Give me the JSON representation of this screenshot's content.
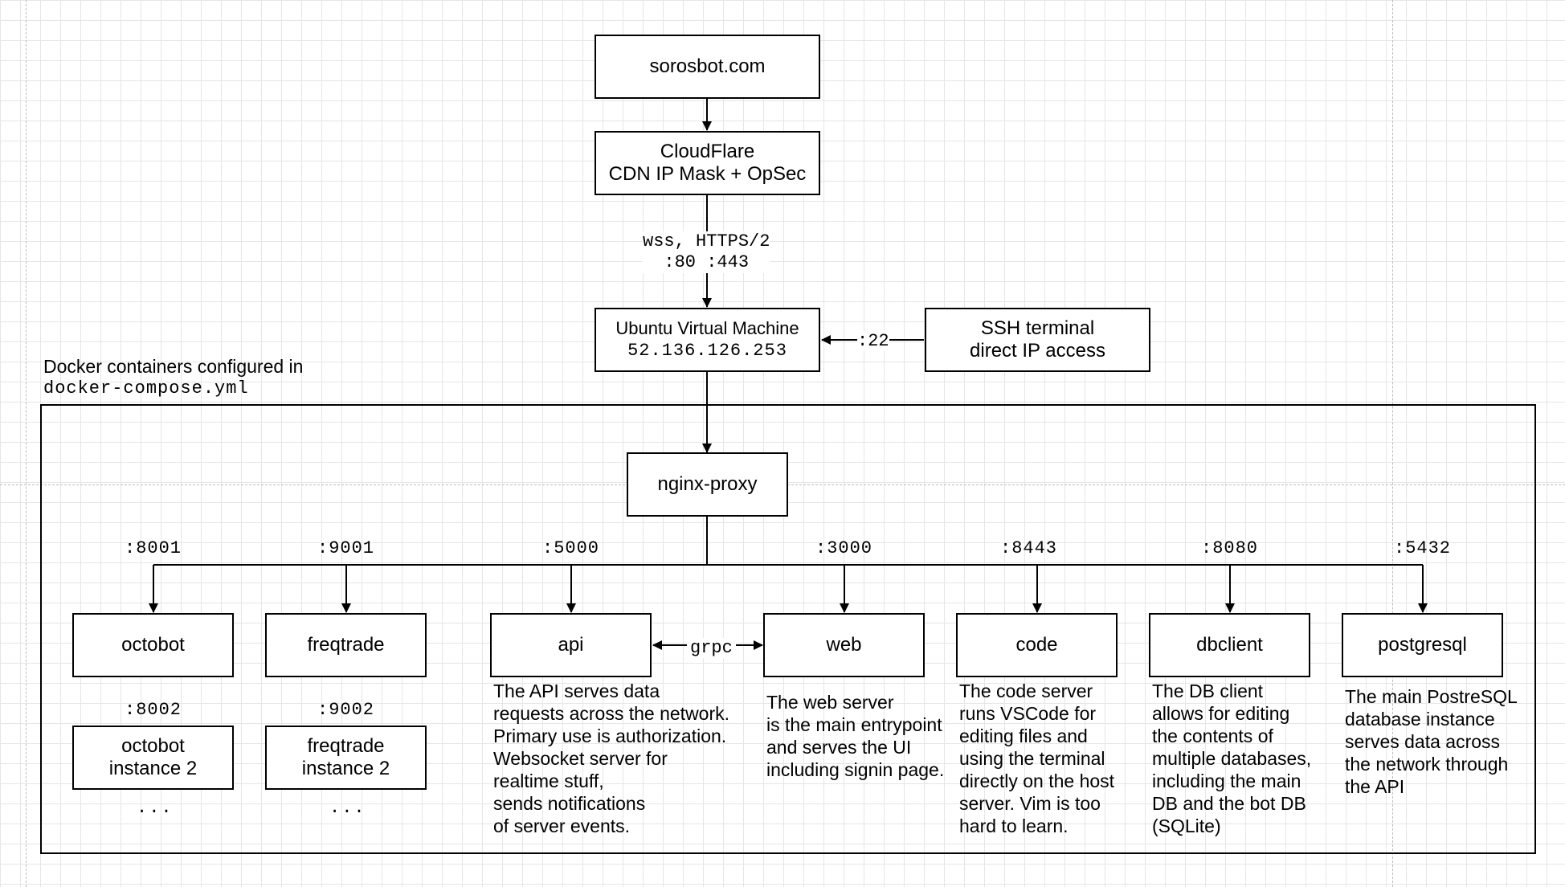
{
  "nodes": {
    "sorosbot": {
      "label": "sorosbot.com"
    },
    "cloudflare": {
      "line1": "CloudFlare",
      "line2": "CDN IP Mask + OpSec"
    },
    "ubuntu": {
      "line1": "Ubuntu Virtual Machine",
      "line2": "52.136.126.253"
    },
    "ssh": {
      "line1": "SSH terminal",
      "line2": "direct IP access"
    },
    "nginx": {
      "label": "nginx-proxy"
    },
    "octobot": {
      "label": "octobot"
    },
    "octobot2": {
      "line1": "octobot",
      "line2": "instance 2"
    },
    "freqtrade": {
      "label": "freqtrade"
    },
    "freqtrade2": {
      "line1": "freqtrade",
      "line2": "instance 2"
    },
    "api": {
      "label": "api"
    },
    "web": {
      "label": "web"
    },
    "code": {
      "label": "code"
    },
    "dbclient": {
      "label": "dbclient"
    },
    "postgresql": {
      "label": "postgresql"
    }
  },
  "edge_labels": {
    "protocol_line1": "wss, HTTPS/2",
    "protocol_line2": ":80 :443",
    "ssh_port": ":22",
    "grpc": "grpc"
  },
  "ports": {
    "octobot": ":8001",
    "freqtrade": ":9001",
    "api": ":5000",
    "web": ":3000",
    "code": ":8443",
    "dbclient": ":8080",
    "postgresql": ":5432",
    "octobot2": ":8002",
    "freqtrade2": ":9002"
  },
  "container": {
    "title_line1": "Docker containers configured in",
    "title_line2": "docker-compose.yml"
  },
  "ellipsis": "...",
  "descriptions": {
    "api": [
      "The API serves data",
      "requests across the network.",
      "Primary use is authorization.",
      "Websocket server for",
      "realtime stuff,",
      "sends notifications",
      "of server events."
    ],
    "web": [
      "The web server",
      "is the main entrypoint",
      "and serves the UI",
      "including signin page."
    ],
    "code": [
      "The code server",
      "runs VSCode for",
      "editing files and",
      "using the terminal",
      "directly on the host",
      "server. Vim is too",
      "hard to learn."
    ],
    "dbclient": [
      "The DB client",
      "allows for editing",
      "the contents of",
      "multiple databases,",
      "including the main",
      "DB and the bot DB",
      "(SQLite)"
    ],
    "postgresql": [
      "The main PostreSQL",
      "database instance",
      "serves data across",
      "the network through",
      "the API"
    ]
  }
}
